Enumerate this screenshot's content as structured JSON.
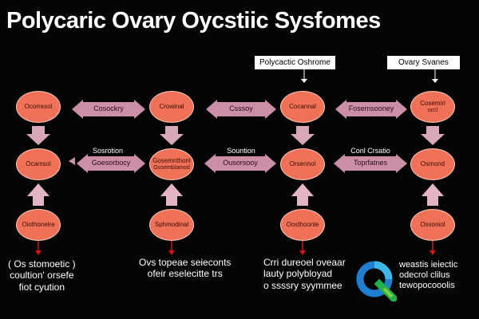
{
  "title": "Polycaric Ovary Oycstiic Sysfomes",
  "boxes": {
    "left": "Polycactic Oshrome",
    "right": "Ovary Svanes"
  },
  "nodes": {
    "r1": [
      "Ocorresol",
      "Crowinal",
      "Cocannal",
      "Cosemirl"
    ],
    "r1_extra": "occl",
    "r2": [
      "Ocamsol",
      "Gosemnthonl",
      "Orsennol",
      "Osmond"
    ],
    "r2_extra": "Gosemblamod",
    "r3": [
      "Oiothonelre",
      "Sphmodinal",
      "Oosthoonle",
      "Ossoniol"
    ]
  },
  "arrows": {
    "row1": [
      "Cosockry",
      "Csssoy",
      "Fosemsooney"
    ],
    "row2": [
      "Goesorbocy",
      "Ousorsooy",
      "Toprfatnes"
    ],
    "row2_top": [
      "Sosrotion",
      "Sountion",
      "Conl Crsatio"
    ]
  },
  "captions": {
    "c1": [
      "( Os stomoetic )",
      "coultion' orsefe",
      "fiot cyution"
    ],
    "c2": [
      "Ovs topeae seieconts",
      "ofeir eselecitte trs"
    ],
    "c3": [
      "Crri dureoel oveaar",
      "lauty polybloyad",
      "o ssssry syymmee"
    ],
    "c4": [
      "weastis ieiectic",
      "odecrol clilus",
      "tewopocooolis"
    ]
  },
  "colors": {
    "background": "#050505",
    "node_fill": "#ef7157",
    "arrow": "#cc8fa8",
    "tip": "#d21818"
  },
  "icons": {
    "logo": "q-logo-icon"
  }
}
